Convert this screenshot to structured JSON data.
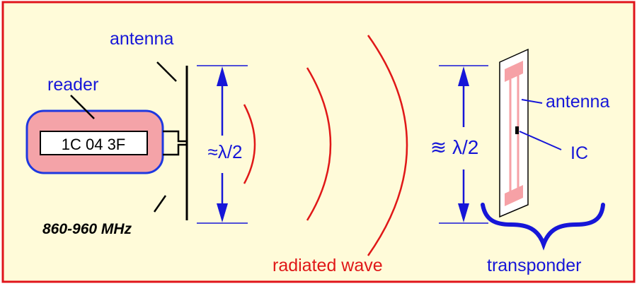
{
  "labels": {
    "antenna_reader": "antenna",
    "reader": "reader",
    "display_code": "1C 04 3F",
    "frequency": "860-960 MHz",
    "lambda_reader": "≈λ/2",
    "radiated_wave": "radiated wave",
    "lambda_transponder": "≋ λ/2",
    "antenna_transponder": "antenna",
    "ic": "IC",
    "transponder": "transponder"
  },
  "colors": {
    "background": "#FFFBD9",
    "border": "#E0141B",
    "label_blue": "#1616D8",
    "wave_red": "#E01818",
    "reader_fill": "#F4A3A8",
    "reader_stroke": "#1E38E0",
    "tag_fill": "#F6A1A6"
  }
}
